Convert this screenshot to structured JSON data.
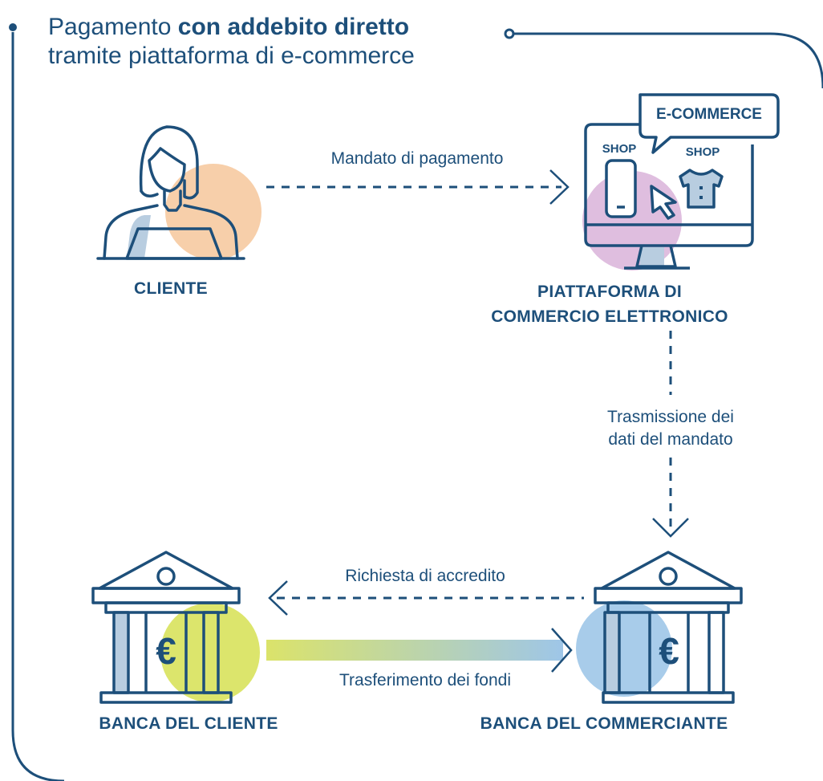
{
  "title": {
    "line1_prefix": "Pagamento ",
    "line1_bold": "con addebito diretto",
    "line2": "tramite piattaforma di e-commerce"
  },
  "nodes": {
    "client": "CLIENTE",
    "platform_line1": "PIATTAFORMA DI",
    "platform_line2": "COMMERCIO ELETTRONICO",
    "client_bank": "BANCA DEL CLIENTE",
    "merchant_bank": "BANCA DEL COMMERCIANTE"
  },
  "edges": {
    "mandate": "Mandato di pagamento",
    "transmission_line1": "Trasmissione dei",
    "transmission_line2": "dati del mandato",
    "credit_request": "Richiesta di accredito",
    "transfer": "Trasferimento dei fondi"
  },
  "icon_text": {
    "ecommerce_bubble": "E-COMMERCE",
    "shop_left": "SHOP",
    "shop_right": "SHOP",
    "euro": "€"
  },
  "colors": {
    "primary": "#1d4f7a",
    "client_accent": "#f6c79b",
    "platform_accent": "#d9b3d9",
    "client_bank_accent": "#d8e25c",
    "merchant_bank_accent": "#9ec6e8",
    "shade": "#b8cde0"
  }
}
